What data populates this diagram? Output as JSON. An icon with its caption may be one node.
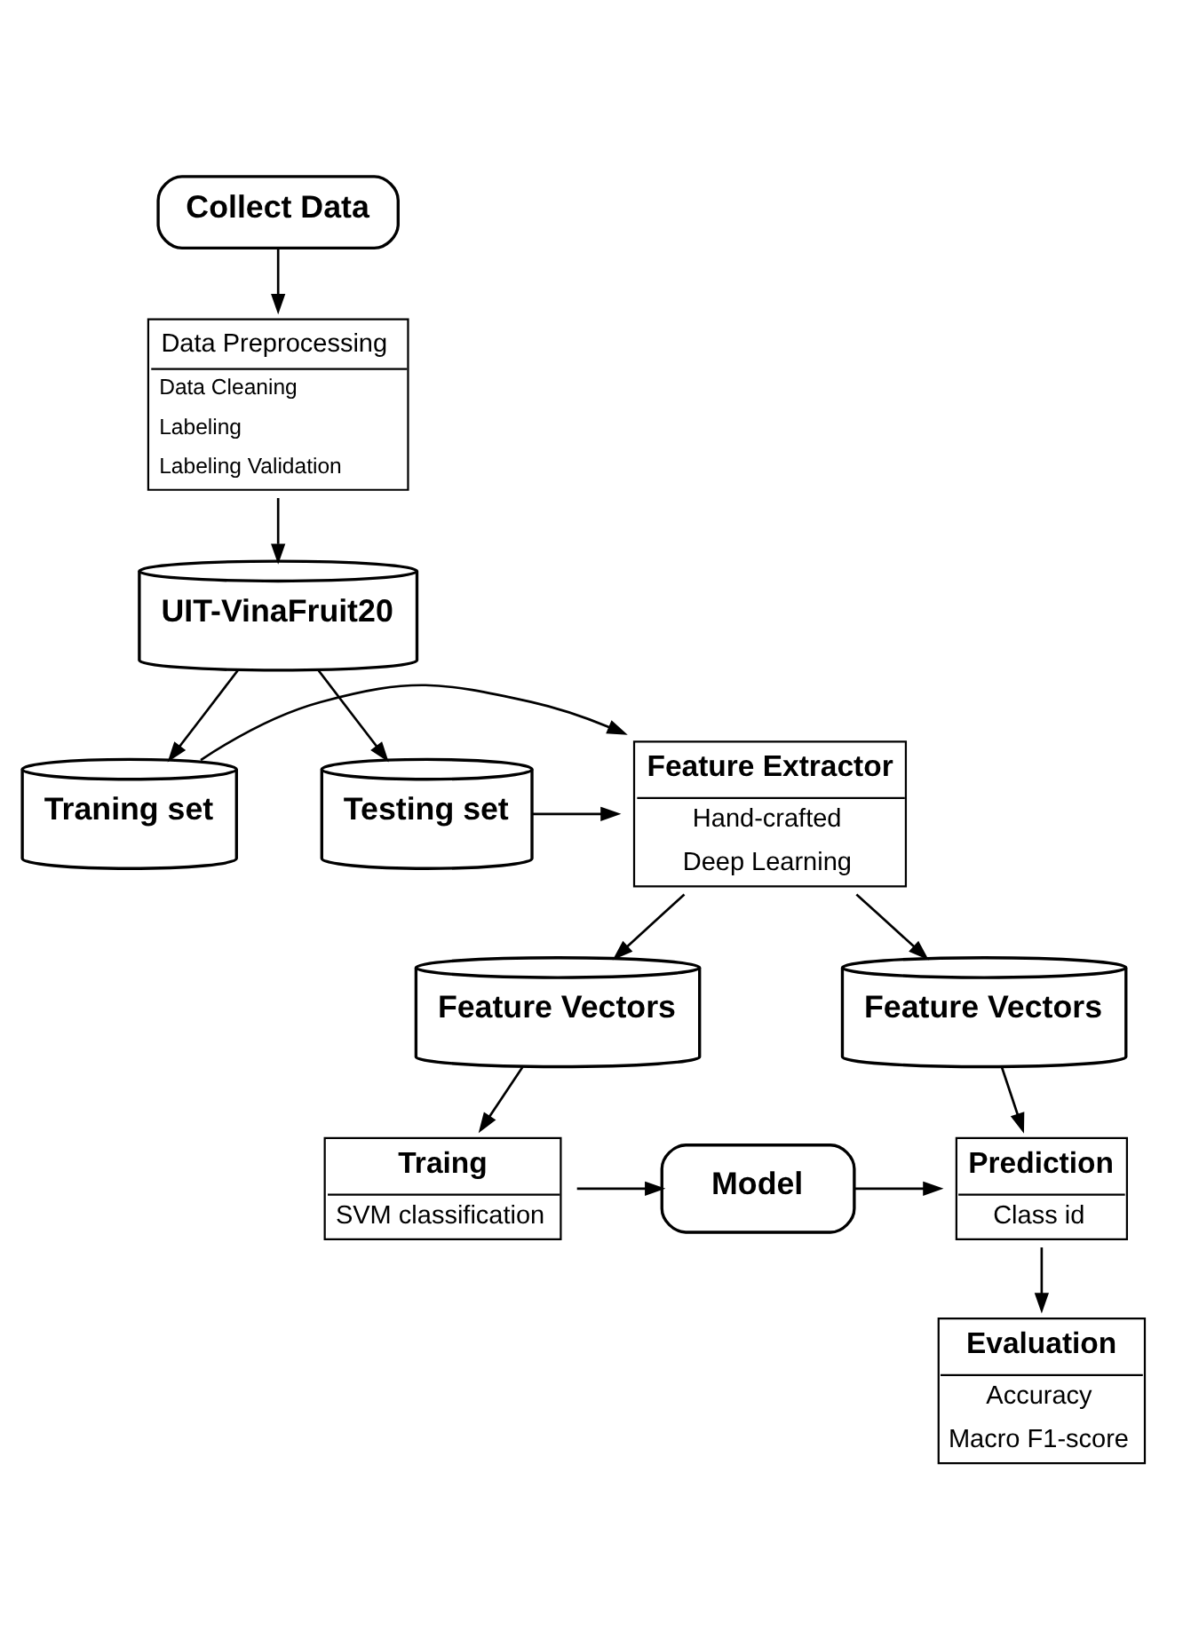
{
  "diagram": {
    "nodes": [
      {
        "text": [
          "Collect Data"
        ]
      },
      {
        "text": [
          "Data Preprocessing",
          "Data Cleaning",
          "Labeling",
          "Labeling Validation"
        ]
      },
      {
        "text": [
          "UIT-VinaFruit20"
        ]
      },
      {
        "text": [
          "Traning set"
        ]
      },
      {
        "text": [
          "Feature Extractor",
          "Hand-crafted",
          "Deep Learning"
        ]
      },
      {
        "text": [
          "Testing set"
        ]
      },
      {
        "text": [
          "Feature Vectors"
        ]
      },
      {
        "text": [
          "Feature Vectors"
        ]
      },
      {
        "text": [
          "Traing",
          "SVM classification"
        ]
      },
      {
        "text": [
          "Model"
        ]
      },
      {
        "text": [
          "Prediction",
          "Class id"
        ]
      },
      {
        "text": [
          "Evaluation",
          "Accuracy",
          "Macro F1-score"
        ]
      }
    ],
    "edges": [
      {
        "from": 0,
        "to": 1,
        "arrow": "to"
      },
      {
        "from": 1,
        "to": 2,
        "arrow": "to"
      },
      {
        "from": 2,
        "to": 3,
        "arrow": "to"
      },
      {
        "from": 2,
        "to": 5,
        "arrow": "to"
      },
      {
        "from": 3,
        "to": 4,
        "arrow": "to"
      },
      {
        "from": 5,
        "to": 4,
        "arrow": "to"
      },
      {
        "from": 4,
        "to": 6,
        "arrow": "to"
      },
      {
        "from": 4,
        "to": 7,
        "arrow": "to"
      },
      {
        "from": 6,
        "to": 8,
        "arrow": "to"
      },
      {
        "from": 8,
        "to": 9,
        "arrow": "to"
      },
      {
        "from": 9,
        "to": 10,
        "arrow": "to"
      },
      {
        "from": 7,
        "to": 10,
        "arrow": "to"
      },
      {
        "from": 10,
        "to": 11,
        "arrow": "to"
      }
    ]
  }
}
